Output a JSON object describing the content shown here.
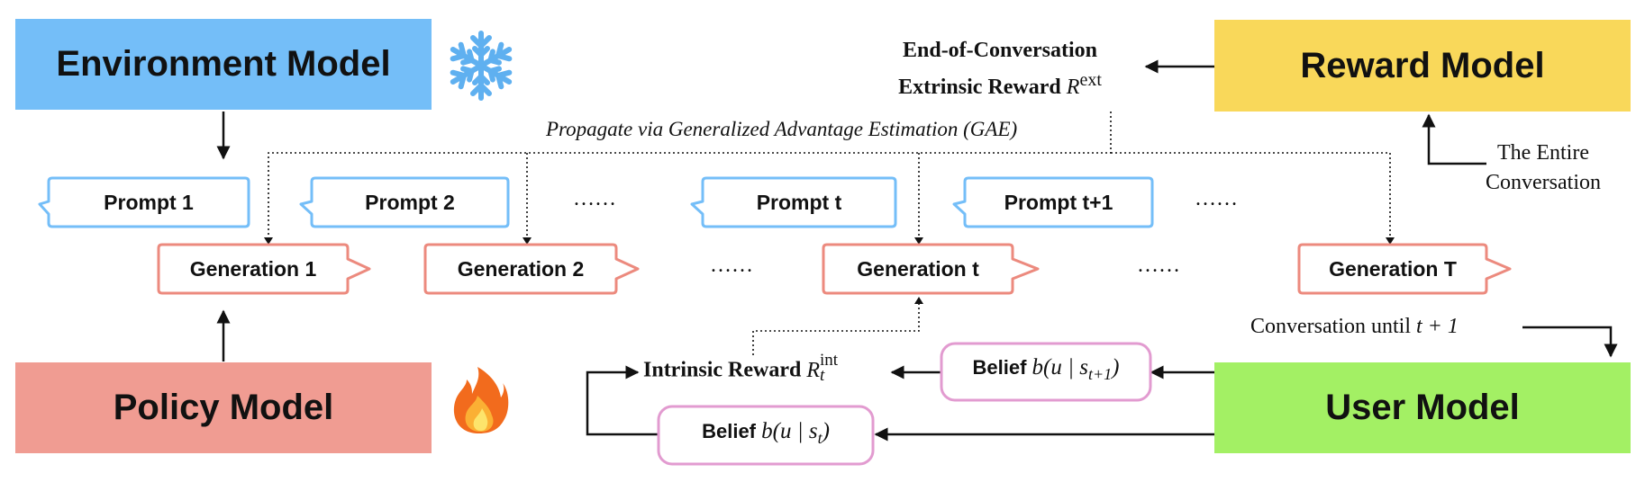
{
  "models": {
    "environment": "Environment Model",
    "reward": "Reward Model",
    "policy": "Policy Model",
    "user": "User Model"
  },
  "colors": {
    "environment": "#74bef8",
    "reward": "#f9d85a",
    "policy": "#f09c92",
    "user": "#a3f064",
    "prompt_border": "#74bef8",
    "generation_border": "#ec8a7e",
    "belief_border": "#e29bd0"
  },
  "icons": {
    "environment": "snowflake-icon",
    "policy": "fire-icon"
  },
  "prompts": [
    "Prompt 1",
    "Prompt 2",
    "Prompt t",
    "Prompt t+1"
  ],
  "generations": [
    "Generation 1",
    "Generation 2",
    "Generation t",
    "Generation T"
  ],
  "ellipsis": "……",
  "gae_label": "Propagate via Generalized Advantage Estimation (GAE)",
  "extrinsic": {
    "line1": "End-of-Conversation",
    "line2": "Extrinsic Reward ",
    "symbol": "R",
    "sup": "ext"
  },
  "entire_conversation": {
    "line1": "The Entire",
    "line2": "Conversation"
  },
  "conversation_until": {
    "text": "Conversation until ",
    "math": "t + 1"
  },
  "intrinsic": {
    "text": "Intrinsic Reward ",
    "symbol": "R",
    "sub": "t",
    "sup": "int"
  },
  "beliefs": {
    "next": {
      "word": "Belief ",
      "math": "b(u | s",
      "sub": "t+1",
      "close": ")"
    },
    "current": {
      "word": "Belief ",
      "math": "b(u | s",
      "sub": "t",
      "close": ")"
    }
  }
}
